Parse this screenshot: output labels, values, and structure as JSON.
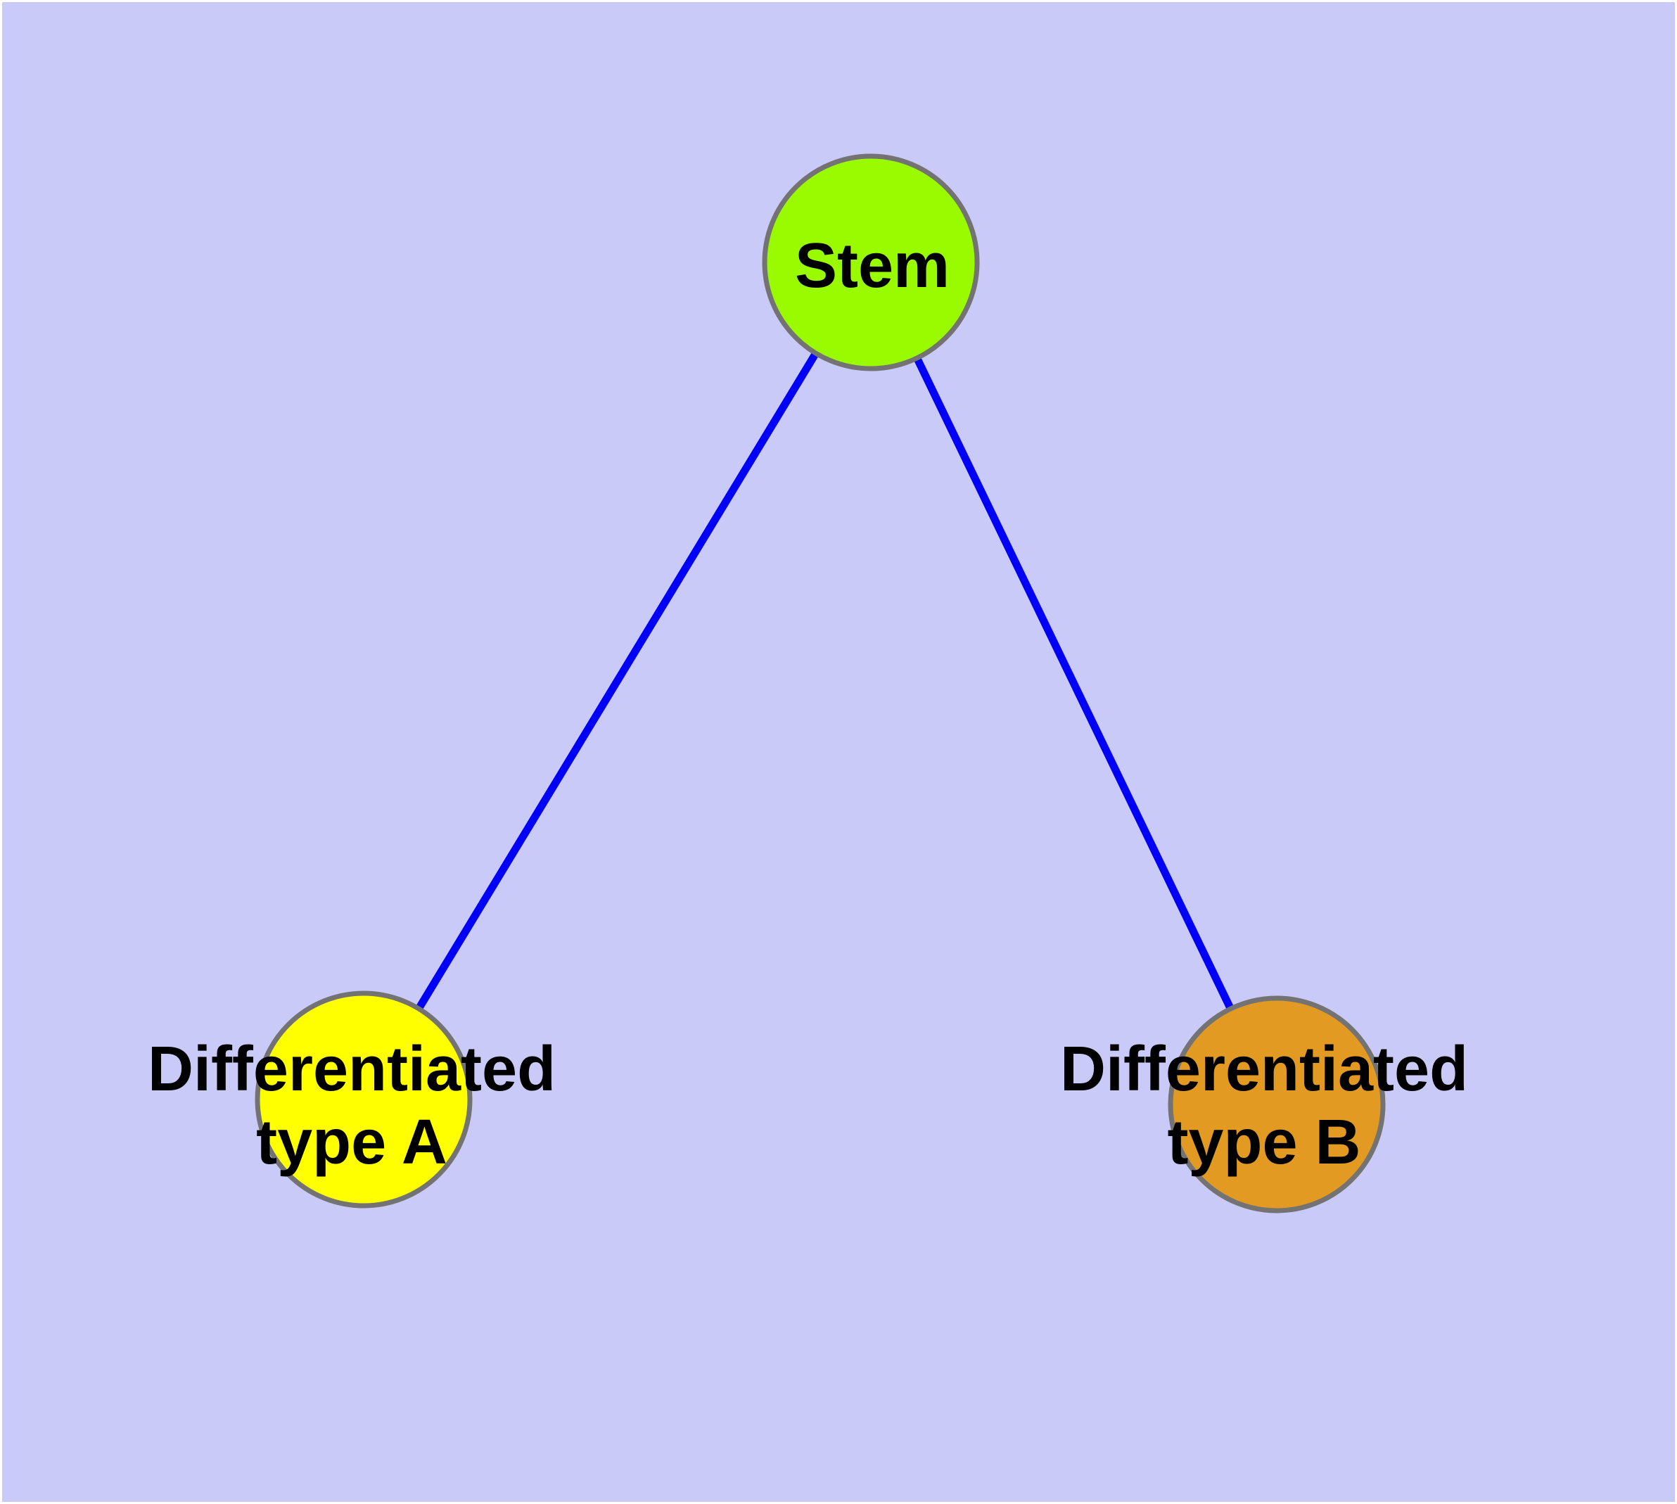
{
  "diagram": {
    "background_color": "#CACAF8",
    "page_border_color": "#FFFFFF",
    "edge_color": "#0000FA",
    "node_border_color": "#737373",
    "nodes": [
      {
        "id": "stem",
        "label": "Stem",
        "label_lines": [
          "Stem"
        ],
        "fill": "#9AFB00"
      },
      {
        "id": "differentiated-type-a",
        "label": "Differentiated type A",
        "label_lines": [
          "Differentiated",
          "type A"
        ],
        "fill": "#FFFF00"
      },
      {
        "id": "differentiated-type-b",
        "label": "Differentiated type B",
        "label_lines": [
          "Differentiated",
          "type B"
        ],
        "fill": "#E29A22"
      }
    ],
    "edges": [
      {
        "from": "Stem",
        "to": "Differentiated type A"
      },
      {
        "from": "Stem",
        "to": "Differentiated type B"
      }
    ]
  }
}
